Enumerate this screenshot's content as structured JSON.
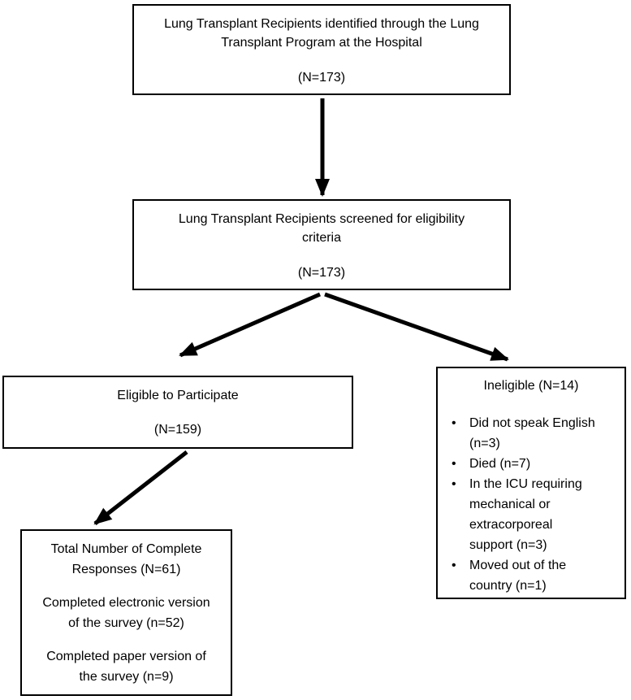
{
  "colors": {
    "box_border": "#000000",
    "text": "#000000",
    "arrow": "#000000",
    "background": "#ffffff"
  },
  "flowchart": {
    "identified": {
      "lines": [
        "Lung Transplant Recipients identified through the Lung",
        "Transplant Program at the Hospital"
      ],
      "count": "(N=173)"
    },
    "screened": {
      "lines": [
        "Lung Transplant Recipients screened for eligibility",
        "criteria"
      ],
      "count": "(N=173)"
    },
    "eligible": {
      "title": "Eligible to Participate",
      "count": "(N=159)"
    },
    "ineligible": {
      "title": "Ineligible (N=14)",
      "bullet_glyph": "•",
      "bullets": [
        {
          "lines": [
            "Did not speak English",
            "(n=3)"
          ]
        },
        {
          "lines": [
            "Died (n=7)"
          ]
        },
        {
          "lines": [
            "In the ICU requiring",
            "mechanical or",
            "extracorporeal",
            "support (n=3)"
          ]
        },
        {
          "lines": [
            "Moved out of the",
            "country (n=1)"
          ]
        }
      ]
    },
    "complete": {
      "paragraphs": [
        {
          "lines": [
            "Total Number of Complete",
            "Responses (N=61)"
          ]
        },
        {
          "lines": [
            "Completed electronic version",
            "of the survey (n=52)"
          ]
        },
        {
          "lines": [
            "Completed paper version of",
            "the survey (n=9)"
          ]
        }
      ]
    }
  }
}
